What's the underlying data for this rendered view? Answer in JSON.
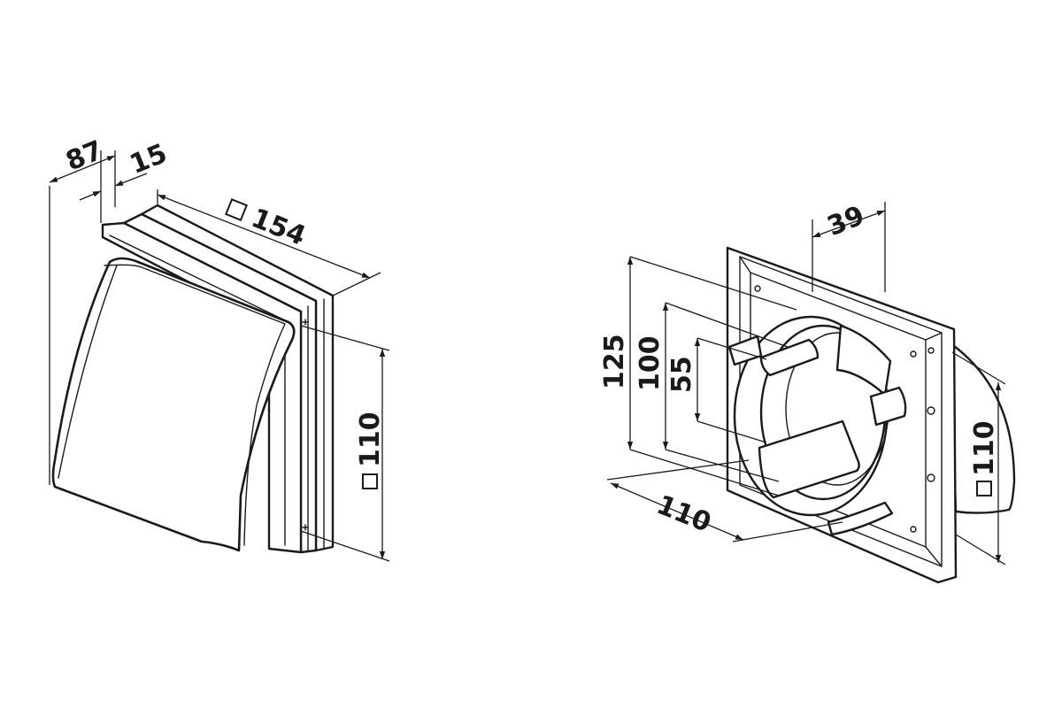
{
  "views": [
    {
      "name": "closed-view",
      "dimensions": {
        "depth": "87",
        "frame_depth": "15",
        "frame_size": "154",
        "hood_height": "110"
      }
    },
    {
      "name": "open-view",
      "dimensions": {
        "frame_offset": "39",
        "outer_diameter": "125",
        "spigot_diameter": "100",
        "inner_diameter": "55",
        "spigot_length": "110",
        "hood_height": "110"
      }
    }
  ],
  "symbols": {
    "square": "square-symbol"
  },
  "colors": {
    "line": "#1a1a1a",
    "background": "#ffffff"
  }
}
